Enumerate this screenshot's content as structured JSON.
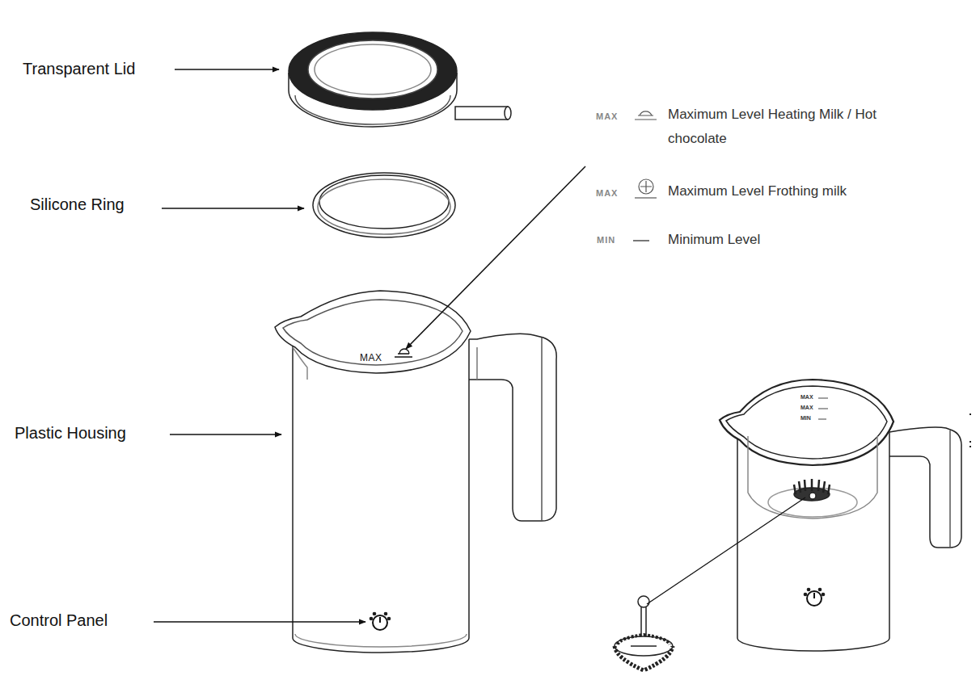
{
  "diagram": {
    "labels": [
      "Transparent Lid",
      "MAX",
      "Maximum Level Heating Milk / Hot chocolate",
      "Silicone Ring",
      "MAX",
      "Maximum Level Frothing milk",
      "MIN",
      "Minimum Level",
      "MAX",
      "Plastic Housing",
      "MAX",
      "MAX",
      "MIN",
      "Control Panel"
    ]
  }
}
